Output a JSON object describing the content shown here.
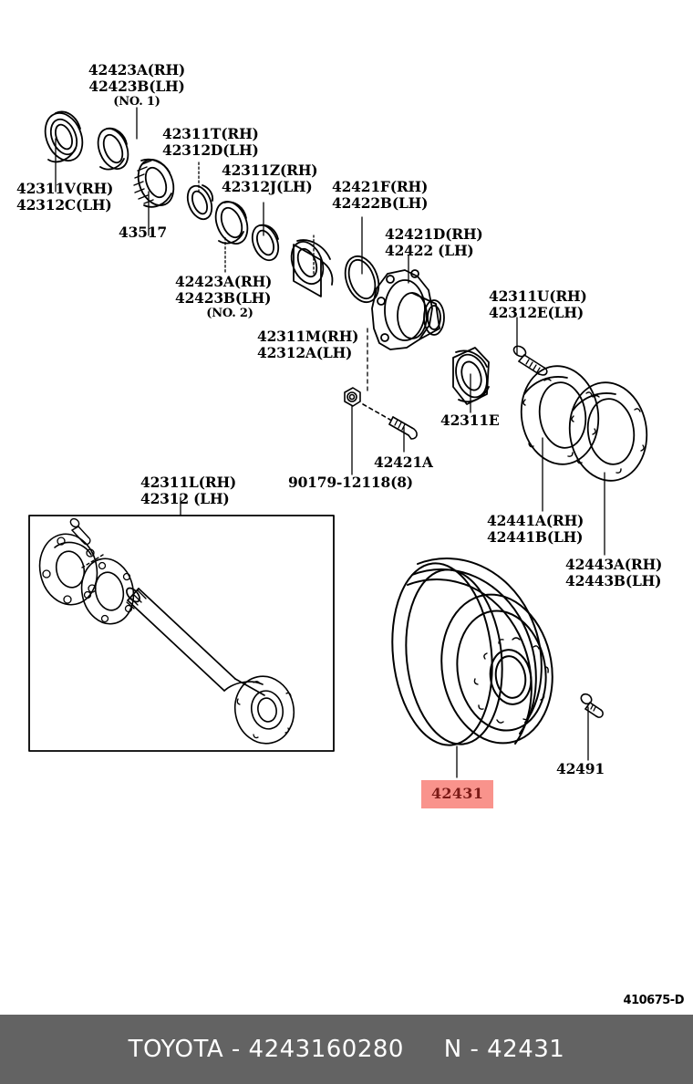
{
  "document": {
    "type": "parts-diagram",
    "diagram_code": "410675-D",
    "highlight_color": "#f9938c",
    "highlight_text_color": "#7b1a16",
    "footer_bg_color": "#636363"
  },
  "footer": {
    "text": "TOYOTA - 4243160280     N - 42431"
  },
  "labels": {
    "l01": "42423A(RH)\n42423B(LH)",
    "l01b": "(NO. 1)",
    "l02": "42311V(RH)\n42312C(LH)",
    "l03": "43517",
    "l04": "42311T(RH)\n42312D(LH)",
    "l05": "42311Z(RH)\n42312J(LH)",
    "l06": "42421F(RH)\n42422B(LH)",
    "l07": "42421D(RH)\n42422 (LH)",
    "l08": "42423A(RH)\n42423B(LH)",
    "l08b": "(NO. 2)",
    "l09": "42311M(RH)\n42312A(LH)",
    "l10": "42311U(RH)\n42312E(LH)",
    "l11": "42311E",
    "l12": "42421A",
    "l13": "90179-12118(8)",
    "l14": "42441A(RH)\n42441B(LH)",
    "l15": "42443A(RH)\n42443B(LH)",
    "l16": "42311L(RH)\n42312 (LH)",
    "l17": "42491",
    "l18_highlighted": "42431"
  }
}
